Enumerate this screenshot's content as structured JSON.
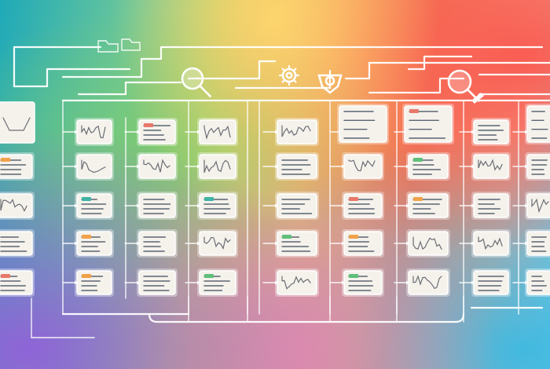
{
  "illustration": {
    "layout": "grid",
    "columns": 9,
    "rows": 5
  },
  "colors": {
    "card": "#f5f2ec",
    "wire": "#ffffff",
    "text_lines": "#5b6470",
    "accent_green": "#5fbf7a",
    "accent_orange": "#f0a24a",
    "accent_red": "#e8786a",
    "accent_teal": "#3fb3a6"
  },
  "icons": [
    "magnifier-icon",
    "gear-icon",
    "shield-icon",
    "document-icon",
    "folder-icon",
    "tray-icon"
  ]
}
